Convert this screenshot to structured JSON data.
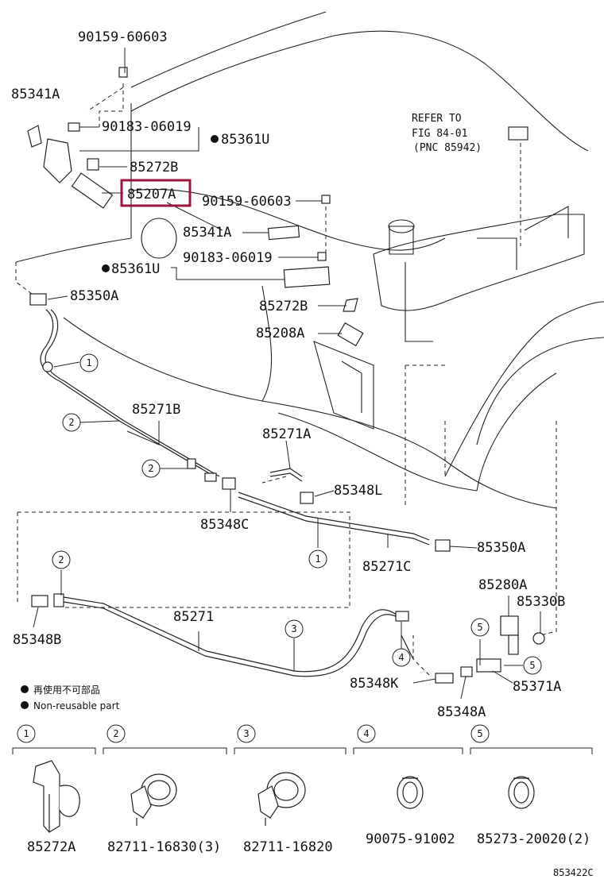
{
  "labels": {
    "p90159_top": "90159-60603",
    "p85341A_left": "85341A",
    "p90183_top": "90183-06019",
    "p85361U_top": "85361U",
    "p85272B_top": "85272B",
    "p85207A": "85207A",
    "p90159_mid": "90159-60603",
    "p85341A_mid": "85341A",
    "p85361U_mid": "85361U",
    "p90183_mid": "90183-06019",
    "p85350A_left": "85350A",
    "p85272B_mid": "85272B",
    "p85208A": "85208A",
    "p85271B": "85271B",
    "p85271A": "85271A",
    "p85348L": "85348L",
    "p85348C": "85348C",
    "p85350A_right": "85350A",
    "p85271C": "85271C",
    "p85280A": "85280A",
    "p85330B": "85330B",
    "p85271": "85271",
    "p85348B": "85348B",
    "p85348K": "85348K",
    "p85371A": "85371A",
    "p85348A": "85348A"
  },
  "refer": {
    "line1": "REFER TO",
    "line2": "FIG 84-01",
    "line3": "(PNC 85942)"
  },
  "callouts": [
    "1",
    "2",
    "3",
    "4",
    "5"
  ],
  "legend": {
    "jp": "再使用不可部品",
    "en": "Non-reusable part"
  },
  "bottom_parts": [
    {
      "num": "1",
      "label": "85272A"
    },
    {
      "num": "2",
      "label": "82711-16830(3)"
    },
    {
      "num": "3",
      "label": "82711-16820"
    },
    {
      "num": "4",
      "label": "90075-91002"
    },
    {
      "num": "5",
      "label": "85273-20020(2)"
    }
  ],
  "figure_code": "853422C",
  "highlight_color": "#a0153e"
}
